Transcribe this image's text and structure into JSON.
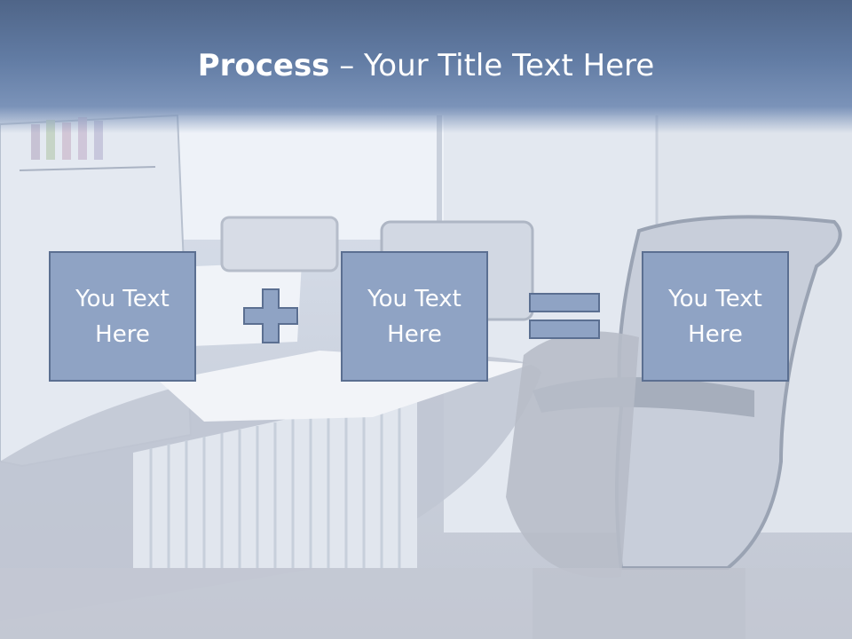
{
  "slide": {
    "title_bold": "Process",
    "title_rest": " – Your Title Text Here",
    "boxes": [
      {
        "label": "You Text Here"
      },
      {
        "label": "You Text Here"
      },
      {
        "label": "You Text Here"
      }
    ],
    "colors": {
      "title_band": "#627ca4",
      "box_fill": "#8fa3c4",
      "box_border": "#5b6f91",
      "text": "#ffffff"
    },
    "icons": [
      "plus-icon",
      "equals-icon"
    ]
  }
}
